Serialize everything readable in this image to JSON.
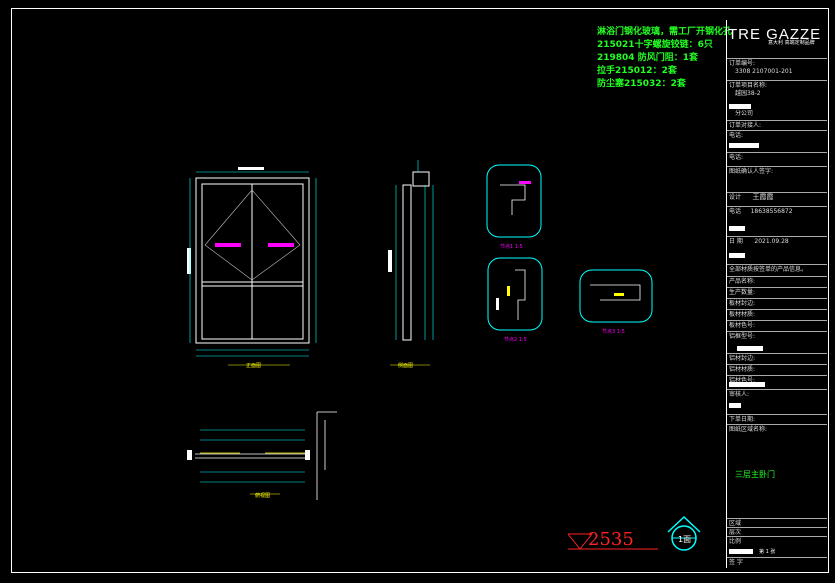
{
  "notes": [
    "淋浴门钢化玻璃，需工厂开钢化孔",
    "215021十字螺旋铰链：6只",
    "219804 防风门阻：1套",
    "拉手215012：2套",
    "防尘塞215032：2套"
  ],
  "title_block": {
    "brand": "TRE GAZZE",
    "brand_sub": "意大利 高端定制品牌",
    "order_no_label": "订单编号:",
    "order_no": "3308 2107001-201",
    "project_label": "订单项目名称:",
    "project": "越园38-2",
    "company": "分公司",
    "contact_label": "订单对接人:",
    "phone_label": "电话:",
    "phone2_label": "电话:",
    "confirm_label": "图纸确认人签字:",
    "designer_label": "设计",
    "designer": "王霞霞",
    "tel_label": "电话",
    "tel": "18638556872",
    "date_label": "日 期",
    "date": "2021.09.28",
    "notice": "全部材质按签单的产品信息。",
    "rows": [
      "产品名称:",
      "生产数量:",
      "板材封边:",
      "板材材质:",
      "板材色号:",
      "铝框型号:",
      "铝材封边:",
      "铝材材质:",
      "铝材色号:",
      "审核人:",
      "下单日期:"
    ],
    "area_name_label": "图纸区域名称:",
    "area_name": "三层主卧门",
    "zone_label": "区域",
    "floor_label": "层次",
    "scale_label": "比例",
    "page_label": "第 1 张",
    "sign_label": "签 字"
  },
  "drawing": {
    "front_view": "正面图",
    "side_view": "侧面图",
    "plan_view": "俯视图",
    "detail1": "节点1 1:5",
    "detail2": "节点2 1:5",
    "detail3": "节点3 1:5",
    "level_value": "2535",
    "section_tag": "1面"
  }
}
